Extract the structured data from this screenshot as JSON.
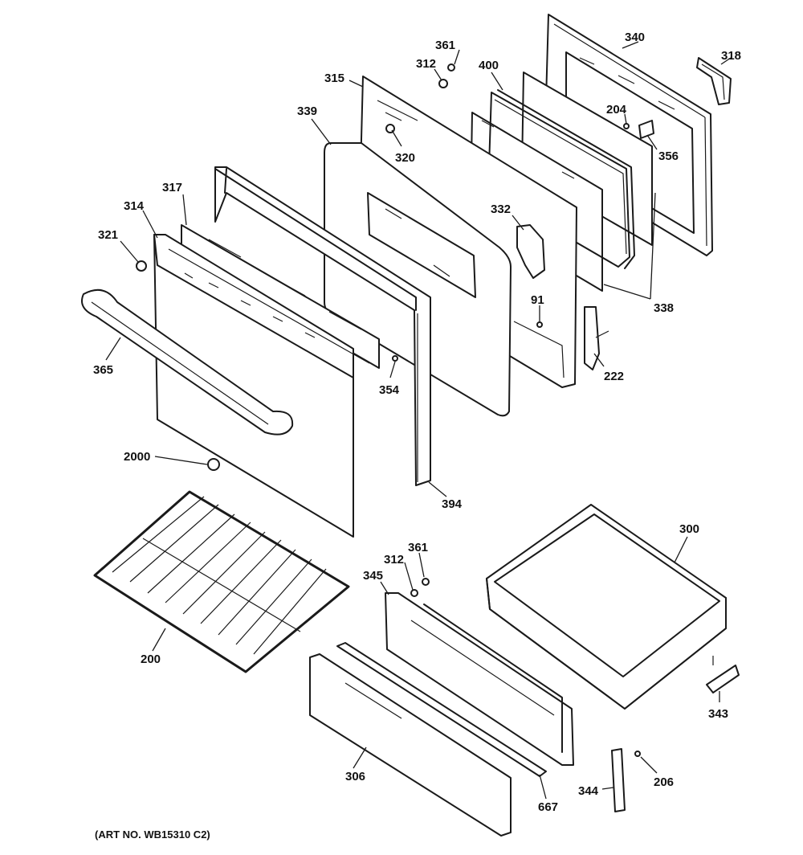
{
  "art_number": "(ART NO. WB15310 C2)",
  "callouts": {
    "c361_top": "361",
    "c312_top": "312",
    "c400": "400",
    "c340": "340",
    "c318": "318",
    "c315": "315",
    "c339": "339",
    "c320": "320",
    "c204": "204",
    "c356": "356",
    "c317": "317",
    "c314": "314",
    "c321": "321",
    "c332": "332",
    "c338": "338",
    "c91": "91",
    "c365": "365",
    "c354": "354",
    "c222": "222",
    "c2000": "2000",
    "c394": "394",
    "c300": "300",
    "c361_bottom": "361",
    "c312_bottom": "312",
    "c345": "345",
    "c200": "200",
    "c343": "343",
    "c306": "306",
    "c667": "667",
    "c344": "344",
    "c206": "206"
  }
}
